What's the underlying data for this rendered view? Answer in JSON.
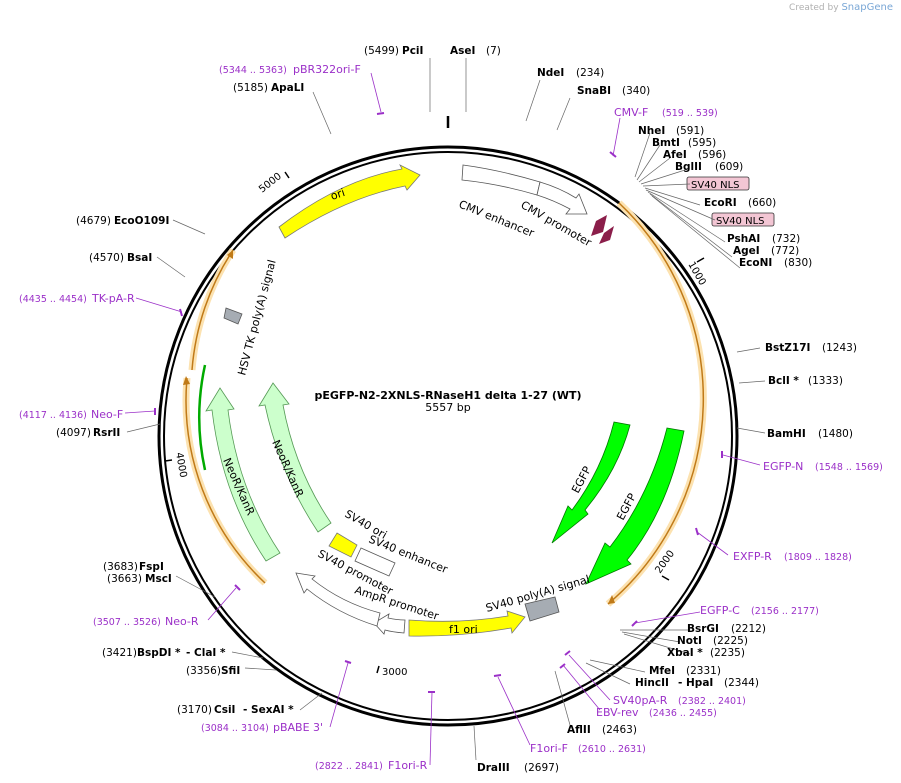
{
  "credit": {
    "prefix": "Created by",
    "brand": "SnapGene"
  },
  "plasmid": {
    "name": "pEGFP-N2-2XNLS-RNaseH1 delta 1-27 (WT)",
    "length": "5557 bp",
    "length_num": 5557
  },
  "ticks": [
    "1000",
    "2000",
    "3000",
    "4000",
    "5000"
  ],
  "features": [
    {
      "name": "CMV enhancer",
      "color": "#ffffff"
    },
    {
      "name": "CMV promoter",
      "color": "#ffffff"
    },
    {
      "name": "EGFP",
      "color": "#00ff00"
    },
    {
      "name": "EGFP",
      "color": "#00ff00"
    },
    {
      "name": "SV40 poly(A) signal",
      "color": "#a6acb3"
    },
    {
      "name": "f1 ori",
      "color": "#ffff00"
    },
    {
      "name": "AmpR promoter",
      "color": "#ffffff"
    },
    {
      "name": "SV40 promoter",
      "color": "#ffffff"
    },
    {
      "name": "SV40 ori",
      "color": "#ffff00"
    },
    {
      "name": "SV40 enhancer",
      "color": "#ffffff"
    },
    {
      "name": "NeoR/KanR",
      "color": "#ccffcc"
    },
    {
      "name": "NeoR/KanR",
      "color": "#ccffcc"
    },
    {
      "name": "HSV TK poly(A) signal",
      "color": "#a6acb3"
    },
    {
      "name": "ori",
      "color": "#ffff00"
    }
  ],
  "nls_boxes": [
    "SV40 NLS",
    "SV40 NLS"
  ],
  "sites": [
    {
      "name": "PciI",
      "pos": "(5499)"
    },
    {
      "name": "AseI",
      "pos": "(7)"
    },
    {
      "name": "NdeI",
      "pos": "(234)"
    },
    {
      "name": "SnaBI",
      "pos": "(340)"
    },
    {
      "name": "NheI",
      "pos": "(591)"
    },
    {
      "name": "BmtI",
      "pos": "(595)"
    },
    {
      "name": "AfeI",
      "pos": "(596)"
    },
    {
      "name": "BglII",
      "pos": "(609)"
    },
    {
      "name": "EcoRI",
      "pos": "(660)"
    },
    {
      "name": "PshAI",
      "pos": "(732)"
    },
    {
      "name": "AgeI",
      "pos": "(772)"
    },
    {
      "name": "EcoNI",
      "pos": "(830)"
    },
    {
      "name": "BstZ17I",
      "pos": "(1243)"
    },
    {
      "name": "BclI *",
      "pos": "(1333)"
    },
    {
      "name": "BamHI",
      "pos": "(1480)"
    },
    {
      "name": "BsrGI",
      "pos": "(2212)"
    },
    {
      "name": "NotI",
      "pos": "(2225)"
    },
    {
      "name": "XbaI *",
      "pos": "(2235)"
    },
    {
      "name": "MfeI",
      "pos": "(2331)"
    },
    {
      "name": "HincII",
      "pos": ""
    },
    {
      "name": "- HpaI",
      "pos": "(2344)"
    },
    {
      "name": "AflII",
      "pos": "(2463)"
    },
    {
      "name": "DraIII",
      "pos": "(2697)"
    },
    {
      "name": "CsiI",
      "pos": "(3170)"
    },
    {
      "name": "- SexAI *",
      "pos": ""
    },
    {
      "name": "SfiI",
      "pos": "(3356)"
    },
    {
      "name": "BspDI *",
      "pos": "(3421)"
    },
    {
      "name": "- ClaI *",
      "pos": ""
    },
    {
      "name": "MscI",
      "pos": "(3663)"
    },
    {
      "name": "FspI",
      "pos": "(3683)"
    },
    {
      "name": "RsrII",
      "pos": "(4097)"
    },
    {
      "name": "BsaI",
      "pos": "(4570)"
    },
    {
      "name": "EcoO109I",
      "pos": "(4679)"
    },
    {
      "name": "ApaLI",
      "pos": "(5185)"
    }
  ],
  "primers": [
    {
      "name": "pBR322ori-F",
      "range": "(5344 .. 5363)"
    },
    {
      "name": "CMV-F",
      "range": "(519 .. 539)"
    },
    {
      "name": "EGFP-N",
      "range": "(1548 .. 1569)"
    },
    {
      "name": "EXFP-R",
      "range": "(1809 .. 1828)"
    },
    {
      "name": "EGFP-C",
      "range": "(2156 .. 2177)"
    },
    {
      "name": "SV40pA-R",
      "range": "(2382 .. 2401)"
    },
    {
      "name": "EBV-rev",
      "range": "(2436 .. 2455)"
    },
    {
      "name": "F1ori-F",
      "range": "(2610 .. 2631)"
    },
    {
      "name": "F1ori-R",
      "range": "(2822 .. 2841)"
    },
    {
      "name": "pBABE 3'",
      "range": "(3084 .. 3104)"
    },
    {
      "name": "Neo-R",
      "range": "(3507 .. 3526)"
    },
    {
      "name": "Neo-F",
      "range": "(4117 .. 4136)"
    },
    {
      "name": "TK-pA-R",
      "range": "(4435 .. 4454)"
    }
  ],
  "colors": {
    "primer": "#9b30c8",
    "backbone": "#000000",
    "orf": "#e8a43a",
    "orf_halo": "#fce2b0",
    "nls": "#f3c6d4",
    "nls_mark": "#8b1e4a"
  }
}
